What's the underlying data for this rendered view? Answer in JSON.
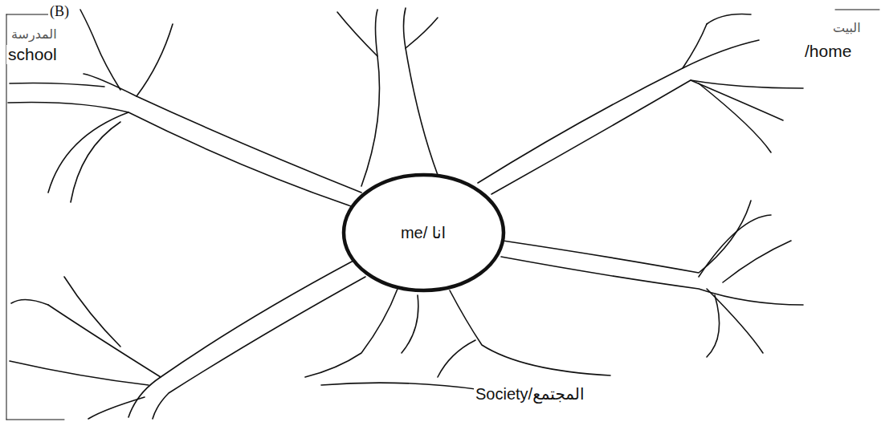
{
  "diagram": {
    "nodes": [
      {
        "text": [
          "me/ انا"
        ]
      }
    ],
    "labels": [
      "(B)",
      "المدرسة",
      "school",
      "البيت",
      "/home",
      "Society/المجتمع"
    ]
  }
}
